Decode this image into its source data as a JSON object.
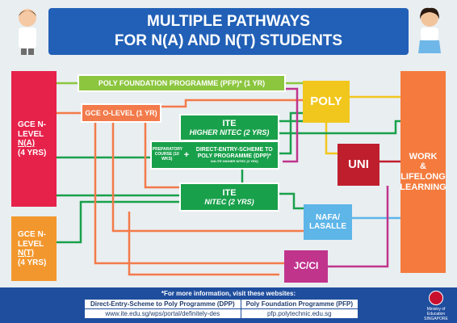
{
  "title": {
    "line1": "MULTIPLE PATHWAYS",
    "line2": "FOR N(A) AND N(T) STUDENTS"
  },
  "boxes": {
    "pfp": "POLY FOUNDATION PROGRAMME (PFP)* (1 YR)",
    "olevel": "GCE O-LEVEL (1 YR)",
    "poly": "POLY",
    "uni": "UNI",
    "nafa": "NAFA/ LASALLE",
    "jcci": "JC/CI",
    "work_line1": "WORK",
    "work_line2": "&",
    "work_line3": "LIFELONG LEARNING",
    "gcena_line1": "GCE N-LEVEL",
    "gcena_line2": "N(A)",
    "gcena_line3": "(4 YRS)",
    "gcent_line1": "GCE N-LEVEL",
    "gcent_line2": "N(T)",
    "gcent_line3": "(4 YRS)",
    "ite_higher_line1": "ITE",
    "ite_higher_line2": "HIGHER NITEC (2 YRS)",
    "prep": "PREPARATORY COURSE (10 WKS)",
    "plus": "+",
    "dpp_line1": "DIRECT-ENTRY-SCHEME TO POLY PROGRAMME (DPP)*",
    "dpp_line2": "VIA ITE HIGHER NITEC (2 YRS)",
    "ite_nitec_line1": "ITE",
    "ite_nitec_line2": "NITEC (2 YRS)"
  },
  "footer": {
    "heading": "*For more information, visit these websites:",
    "col1_title": "Direct-Entry-Scheme to Poly Programme (DPP)",
    "col2_title": "Poly Foundation Programme (PFP)",
    "col1_url": "www.ite.edu.sg/wps/portal/definitely-des",
    "col2_url": "pfp.polytechnic.edu.sg",
    "moe": "Ministry of Education SINGAPORE"
  },
  "colors": {
    "banner": "#2160b6",
    "pfp": "#8cc63f",
    "olevel": "#f37a4a",
    "poly": "#f2c71d",
    "uni": "#bf1e2d",
    "nafa": "#5db5e8",
    "jcci": "#c0348c",
    "work": "#f47b3d",
    "gcena": "#e6224b",
    "gcent": "#f2972e",
    "ite": "#19a04b",
    "footer": "#1f4e9e"
  }
}
